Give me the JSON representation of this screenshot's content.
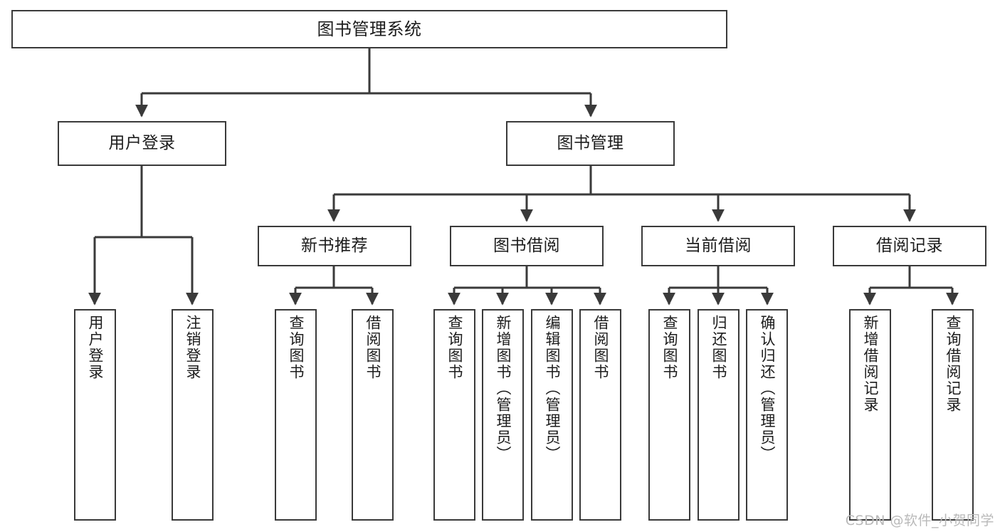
{
  "diagram": {
    "title": "图书管理系统",
    "type": "hierarchy-tree",
    "colors": {
      "box_border": "#3a3a3a",
      "box_fill": "#ffffff",
      "connector": "#3a3a3a",
      "text": "#1c1c1c",
      "watermark": "#b9b9b9",
      "background": "#ffffff"
    },
    "watermark": "CSDN @软件_小贺同学",
    "levels": {
      "level1": [
        {
          "id": "root",
          "label": "图书管理系统"
        }
      ],
      "level2": [
        {
          "id": "user-login",
          "label": "用户登录"
        },
        {
          "id": "book-manage",
          "label": "图书管理"
        }
      ],
      "level3": [
        {
          "id": "new-book-recommend",
          "label": "新书推荐",
          "parent": "book-manage"
        },
        {
          "id": "book-borrow",
          "label": "图书借阅",
          "parent": "book-manage"
        },
        {
          "id": "current-borrow",
          "label": "当前借阅",
          "parent": "book-manage"
        },
        {
          "id": "borrow-record",
          "label": "借阅记录",
          "parent": "book-manage"
        }
      ],
      "leaves": [
        {
          "id": "leaf-user-login",
          "label": "用户登录",
          "parent": "user-login"
        },
        {
          "id": "leaf-logout-login",
          "label": "注销登录",
          "parent": "user-login"
        },
        {
          "id": "leaf-query-book-1",
          "label": "查询图书",
          "parent": "new-book-recommend"
        },
        {
          "id": "leaf-borrow-book-1",
          "label": "借阅图书",
          "parent": "new-book-recommend"
        },
        {
          "id": "leaf-query-book-2",
          "label": "查询图书",
          "parent": "book-borrow"
        },
        {
          "id": "leaf-add-book",
          "label": "新增图书（管理员）",
          "parent": "book-borrow"
        },
        {
          "id": "leaf-edit-book",
          "label": "编辑图书（管理员）",
          "parent": "book-borrow"
        },
        {
          "id": "leaf-borrow-book-2",
          "label": "借阅图书",
          "parent": "book-borrow"
        },
        {
          "id": "leaf-query-book-3",
          "label": "查询图书",
          "parent": "current-borrow"
        },
        {
          "id": "leaf-return-book",
          "label": "归还图书",
          "parent": "current-borrow"
        },
        {
          "id": "leaf-confirm-return",
          "label": "确认归还（管理员）",
          "parent": "current-borrow"
        },
        {
          "id": "leaf-add-record",
          "label": "新增借阅记录",
          "parent": "borrow-record"
        },
        {
          "id": "leaf-query-record",
          "label": "查询借阅记录",
          "parent": "borrow-record"
        }
      ]
    }
  }
}
